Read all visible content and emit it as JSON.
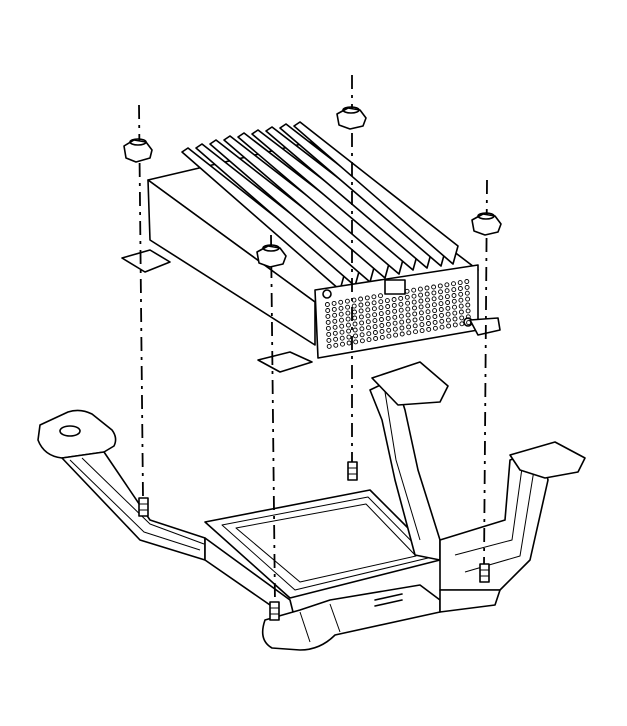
{
  "figure": {
    "line_color": "#000000",
    "background_color": "#ffffff",
    "components": [
      {
        "id": "amplifier",
        "icon": "amplifier-icon"
      },
      {
        "id": "mounting-bracket",
        "icon": "bracket-icon"
      },
      {
        "id": "nut-front-left",
        "icon": "hex-nut-icon"
      },
      {
        "id": "nut-rear-center",
        "icon": "hex-nut-icon"
      },
      {
        "id": "nut-rear-right",
        "icon": "hex-nut-icon"
      },
      {
        "id": "nut-front-center",
        "icon": "hex-nut-icon"
      },
      {
        "id": "stud-left",
        "icon": "stud-icon"
      },
      {
        "id": "stud-rear",
        "icon": "stud-icon"
      },
      {
        "id": "stud-front",
        "icon": "stud-icon"
      },
      {
        "id": "stud-right",
        "icon": "stud-icon"
      }
    ]
  }
}
